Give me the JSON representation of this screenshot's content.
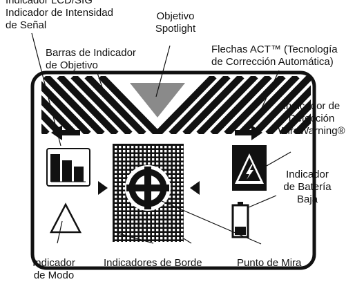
{
  "labels": {
    "signal_indicator": [
      "Indicador LCD/SIG",
      "Indicador de Intensidad",
      "de Señal"
    ],
    "spotlight": [
      "Objetivo",
      "Spotlight"
    ],
    "target_bars": [
      "Barras de Indicador",
      "de Objetivo"
    ],
    "act_arrows": [
      "Flechas ACT™ (Tecnología",
      "de Corrección Automática)"
    ],
    "wirewarning": [
      "Indicador de",
      "Detección",
      "WireWarning®"
    ],
    "low_battery": [
      "Indicador",
      "de Batería",
      "Baja"
    ],
    "mode": [
      "Indicador",
      "de Modo"
    ],
    "edge_indicators": [
      "Indicadores de Borde"
    ],
    "crosshair": [
      "Punto de Mira"
    ]
  },
  "colors": {
    "ink": "#111111",
    "spotlight": "#8a8a8a",
    "background": "#ffffff"
  }
}
